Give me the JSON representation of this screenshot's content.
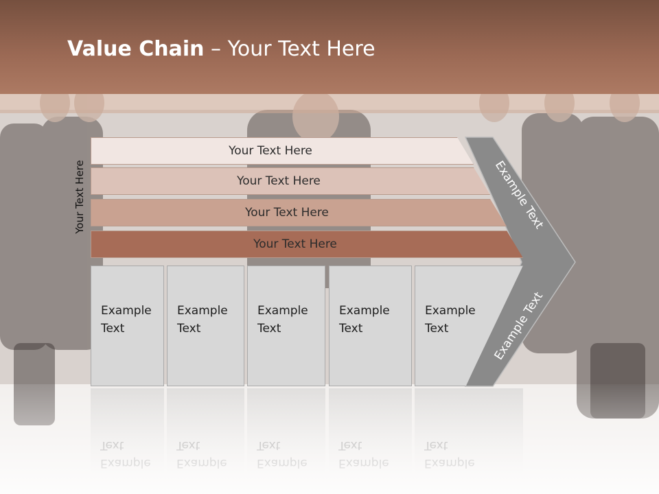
{
  "slide": {
    "title_bold": "Value Chain",
    "title_rest": " – Your Text Here",
    "vertical_label": "Your Text Here",
    "bars": [
      {
        "label": "Your Text Here",
        "color": "#f1e6e2"
      },
      {
        "label": "Your Text Here",
        "color": "#dcc2b8"
      },
      {
        "label": "Your Text Here",
        "color": "#c9a291"
      },
      {
        "label": "Your Text Here",
        "color": "#a76c57"
      }
    ],
    "columns": [
      {
        "line1": "Example",
        "line2": "Text"
      },
      {
        "line1": "Example",
        "line2": "Text"
      },
      {
        "line1": "Example",
        "line2": "Text"
      },
      {
        "line1": "Example",
        "line2": "Text"
      },
      {
        "line1": "Example",
        "line2": "Text"
      }
    ],
    "arrow_top_text": "Example Text",
    "arrow_bottom_text": "Example Text",
    "colors": {
      "header": "#9c6a55",
      "column_fill": "#d7d7d7",
      "arrow_fill": "#8a8a8a"
    }
  }
}
